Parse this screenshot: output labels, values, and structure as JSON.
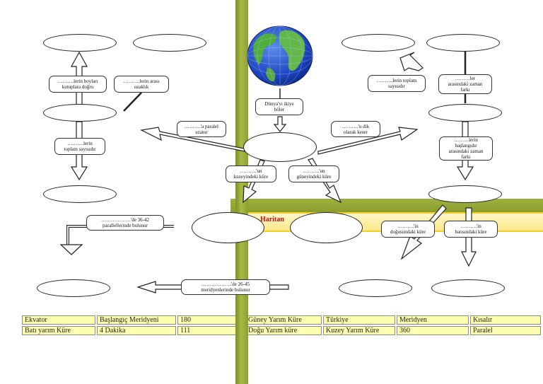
{
  "colors": {
    "bar": "#9fb13c",
    "pill_fill": "#fff3b0",
    "pill_border": "#f2cf2a",
    "title_text": "#c0111a",
    "cell_fill": "#ffffb0"
  },
  "globe": {
    "icon": "globe-icon"
  },
  "labels": {
    "globe_divides": "Dünya'yı ikiye\nböler",
    "lines_joining": "……….lerin boyları\nkutuplara doğru",
    "lines_spacing": "……….lerin arası\nuzaklık",
    "lines_count": "……….lerin\ntoplam sayısıdır",
    "parallel_extends": "……….'a paralel\nuzanır",
    "perpendicular": "……….'u dik\nolarak keser",
    "north_hemi": "……….'un\nkuzeyindeki küre",
    "south_hemi": "……….'un\ngüneyindeki küre",
    "total_count": "……….lerin toplam\nsayısıdır",
    "time_diff_between": "………ler\narasındaki zaman\nfarkı",
    "time_diff_start": "………lerin\nbaşlangıdır\narasındaki zaman\nfarkı",
    "parallels_36_42": "………………'de 36-42\nparallellerinde bulunur",
    "meridians_26_45": "………………'de 26-45\nmeridyenlerinde bulunur",
    "east_hemi": "……….'in\ndoğusundaki küre",
    "west_hemi": "……….'in\nbatısındaki küre"
  },
  "banner": {
    "title": "Haritan"
  },
  "word_bank": [
    [
      "Ekvator",
      "Başlangıç Meridyeni",
      "180",
      "Güney Yarım Küre",
      "Türkiye",
      "Meridyen",
      "Kısalır"
    ],
    [
      "Batı yarım Küre",
      "4 Dakika",
      "111",
      "Doğu Yarım küre",
      "Kuzey Yarım Küre",
      "360",
      "Paralel"
    ]
  ]
}
